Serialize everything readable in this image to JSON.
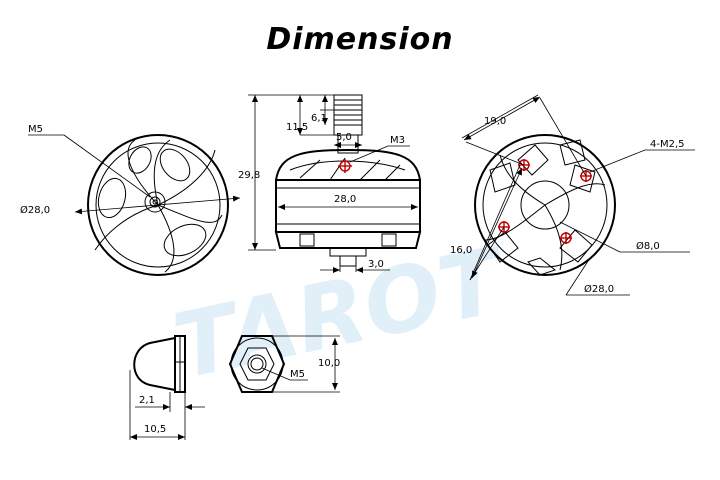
{
  "title": "Dimension",
  "watermark": "TAROT",
  "labels": {
    "front_thread": "M5",
    "front_diameter": "Ø28,0",
    "side_height_total": "29,8",
    "side_shaft_11_5": "11,5",
    "side_shaft_6_1": "6,1",
    "side_shaft_5_0": "5,0",
    "side_screw": "M3",
    "side_width": "28,0",
    "side_base_3_0": "3,0",
    "rear_spacing_19": "19,0",
    "rear_holes": "4-M2,5",
    "rear_spacing_16": "16,0",
    "rear_center": "Ø8,0",
    "rear_diameter": "Ø28,0",
    "nut_2_1": "2,1",
    "nut_10_5": "10,5",
    "nut_10_0": "10,0",
    "nut_thread": "M5"
  }
}
